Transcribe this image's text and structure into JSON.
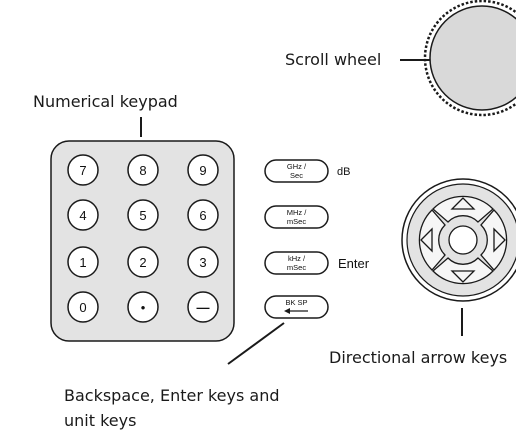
{
  "callouts": {
    "scroll_wheel": "Scroll wheel",
    "numerical_keypad": "Numerical keypad",
    "directional_arrow_keys": "Directional arrow keys",
    "backspace_line1": "Backspace, Enter keys and",
    "backspace_line2": "unit keys"
  },
  "keypad": {
    "row1": [
      "7",
      "8",
      "9"
    ],
    "row2": [
      "4",
      "5",
      "6"
    ],
    "row3": [
      "1",
      "2",
      "3"
    ],
    "row4": [
      "0",
      "•",
      "—"
    ]
  },
  "unit_keys": {
    "ghz_line1": "GHz /",
    "ghz_line2": "Sec",
    "mhz_line1": "MHz /",
    "mhz_line2": "mSec",
    "khz_line1": "kHz /",
    "khz_line2": "mSec",
    "bksp": "BK SP"
  },
  "side_labels": {
    "db": "dB",
    "enter": "Enter"
  },
  "icons": {
    "arrows": [
      "up-arrow-icon",
      "down-arrow-icon",
      "left-arrow-icon",
      "right-arrow-icon"
    ],
    "bksp": "left-arrow-icon"
  },
  "colors": {
    "keypad_panel": "#e3e3e3",
    "wheel": "#d9d9d9",
    "line": "#1a1a1a"
  }
}
